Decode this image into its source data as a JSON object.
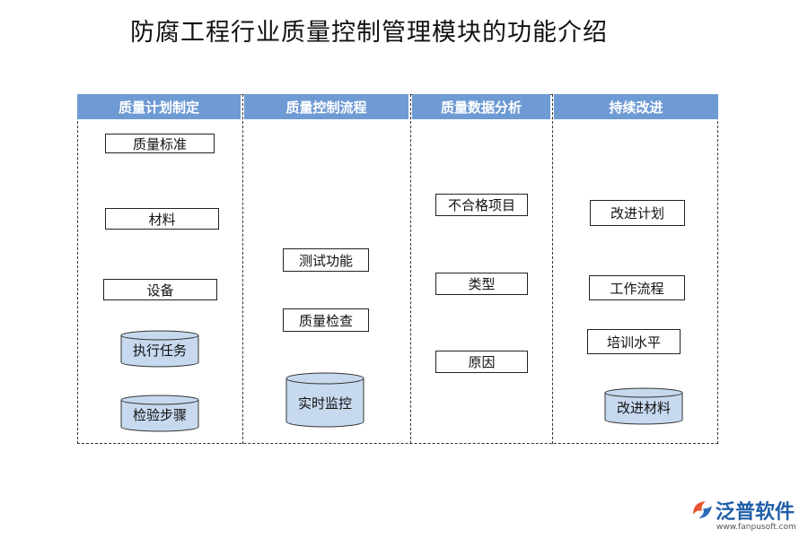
{
  "title": "防腐工程行业质量控制管理模块的功能介绍",
  "columns": [
    {
      "header": "质量计划制定",
      "items": [
        "质量标准",
        "材料",
        "设备",
        "执行任务",
        "检验步骤"
      ]
    },
    {
      "header": "质量控制流程",
      "items": [
        "测试功能",
        "质量检查",
        "实时监控"
      ]
    },
    {
      "header": "质量数据分析",
      "items": [
        "不合格项目",
        "类型",
        "原因"
      ]
    },
    {
      "header": "持续改进",
      "items": [
        "改进计划",
        "工作流程",
        "培训水平",
        "改进材料"
      ]
    }
  ],
  "logo": {
    "name": "泛普软件",
    "url": "www.fanpusoft.com"
  },
  "colors": {
    "header_bg": "#6f9bd4",
    "cylinder_fill": "#c7d9ef",
    "cylinder_stroke": "#333333"
  }
}
